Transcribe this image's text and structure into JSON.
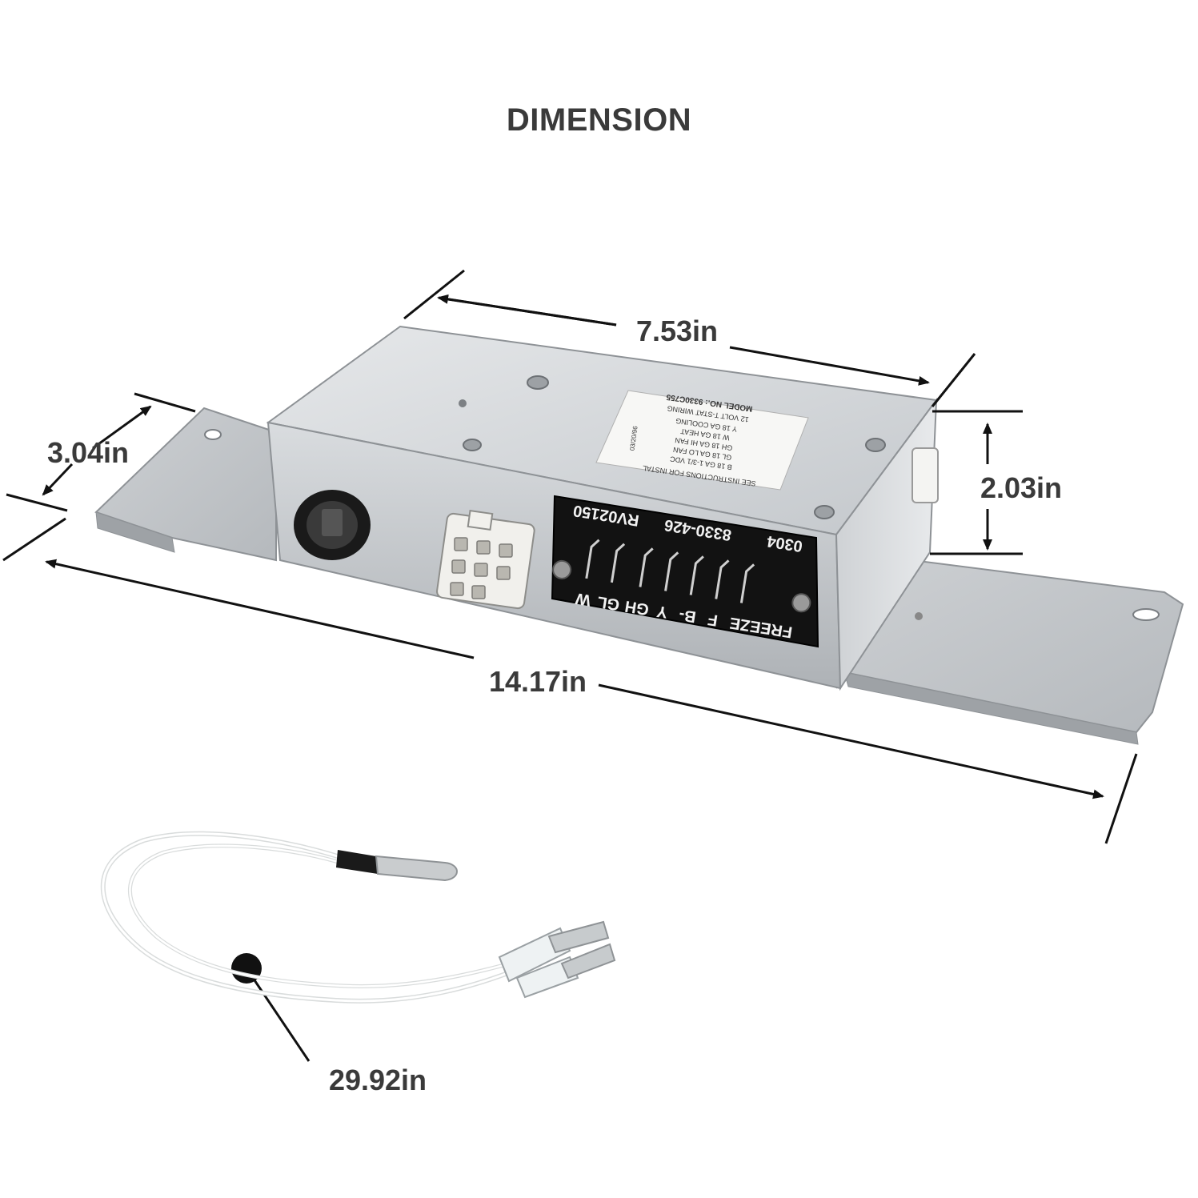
{
  "title": "DIMENSION",
  "dimensions": {
    "length_top": "7.53in",
    "depth": "3.04in",
    "height": "2.03in",
    "length_base": "14.17in",
    "cable": "29.92in"
  },
  "label": {
    "model_line": "MODEL NO.: 9330C755",
    "heading": "SEE INSTRUCTIONS FOR INSTAL",
    "sub": "12 VOLT T-STAT WIRING",
    "lines": [
      "B        18 GA    1-3/1 VDC",
      "GL       18 GA    LO FAN",
      "GH       18 GA    HI FAN",
      "W        18 GA    HEAT",
      "Y        18 GA    COOLING"
    ],
    "date": "03/20/96"
  },
  "terminal": {
    "letters": [
      "W",
      "GL",
      "GH",
      "Y",
      "B-",
      "F",
      "FREEZE"
    ],
    "serial": "RV02150",
    "part": "8330-426",
    "code": "0304"
  },
  "colors": {
    "metal_light": "#d4d7da",
    "metal_mid": "#b9bdc1",
    "metal_dark": "#8e9296",
    "panel": "#111111",
    "text_dark": "#3a3a3a"
  }
}
